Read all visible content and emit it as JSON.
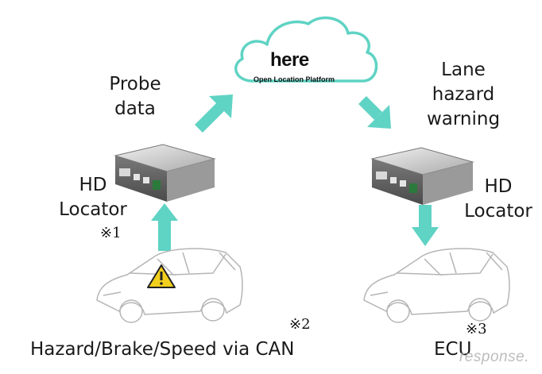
{
  "cloud": {
    "logo_text": "here",
    "subtitle": "Open Location Platform"
  },
  "labels": {
    "probe_data": [
      "Probe",
      "data"
    ],
    "lane_hazard_warning": [
      "Lane",
      "hazard",
      "warning"
    ],
    "hd_locator_left": [
      "HD",
      "Locator"
    ],
    "hd_locator_right": [
      "HD",
      "Locator"
    ],
    "note1": "※1",
    "note2": "※2",
    "note3": "※3",
    "can_text": "Hazard/Brake/Speed via CAN",
    "ecu_text": "ECU"
  },
  "watermark": "response.",
  "colors": {
    "arrow": "#5fd3c4",
    "warning_fill": "#f2cf1c",
    "cloud_stroke": "#5fd3c4",
    "device_body": "#cfcfcf"
  },
  "icons": [
    "cloud-icon",
    "device-icon",
    "car-icon",
    "warning-icon",
    "arrow-icon"
  ]
}
